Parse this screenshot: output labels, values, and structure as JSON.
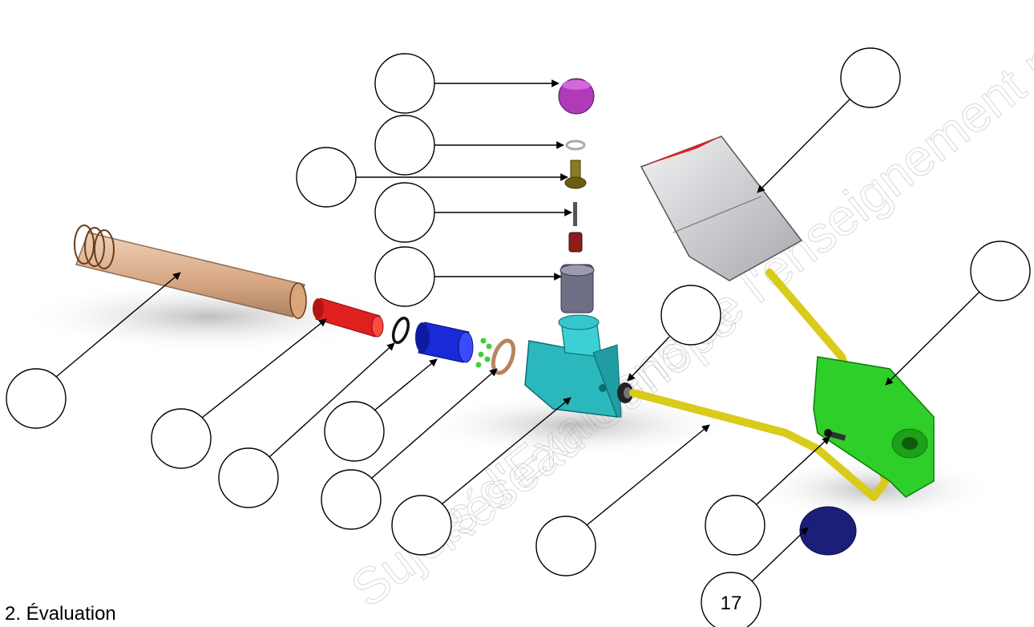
{
  "callout_labels": {
    "part_17": "17"
  },
  "watermark": {
    "line1": "Sujets d'Examens de l'enseignement pro",
    "line2": "Réseau Canopé"
  },
  "footer": {
    "text": "2. Évaluation"
  },
  "colors": {
    "tube_brown": "#c9895a",
    "red_cylinder": "#e0201e",
    "blue_part": "#1a2ad8",
    "cyan_body": "#2ab8bd",
    "purple_cap": "#b03ab8",
    "yellow_rod": "#e6da2a",
    "green_bracket": "#2fcf2a",
    "navy_disc": "#1c1f7a",
    "gray_box": "#c8c8cc"
  }
}
